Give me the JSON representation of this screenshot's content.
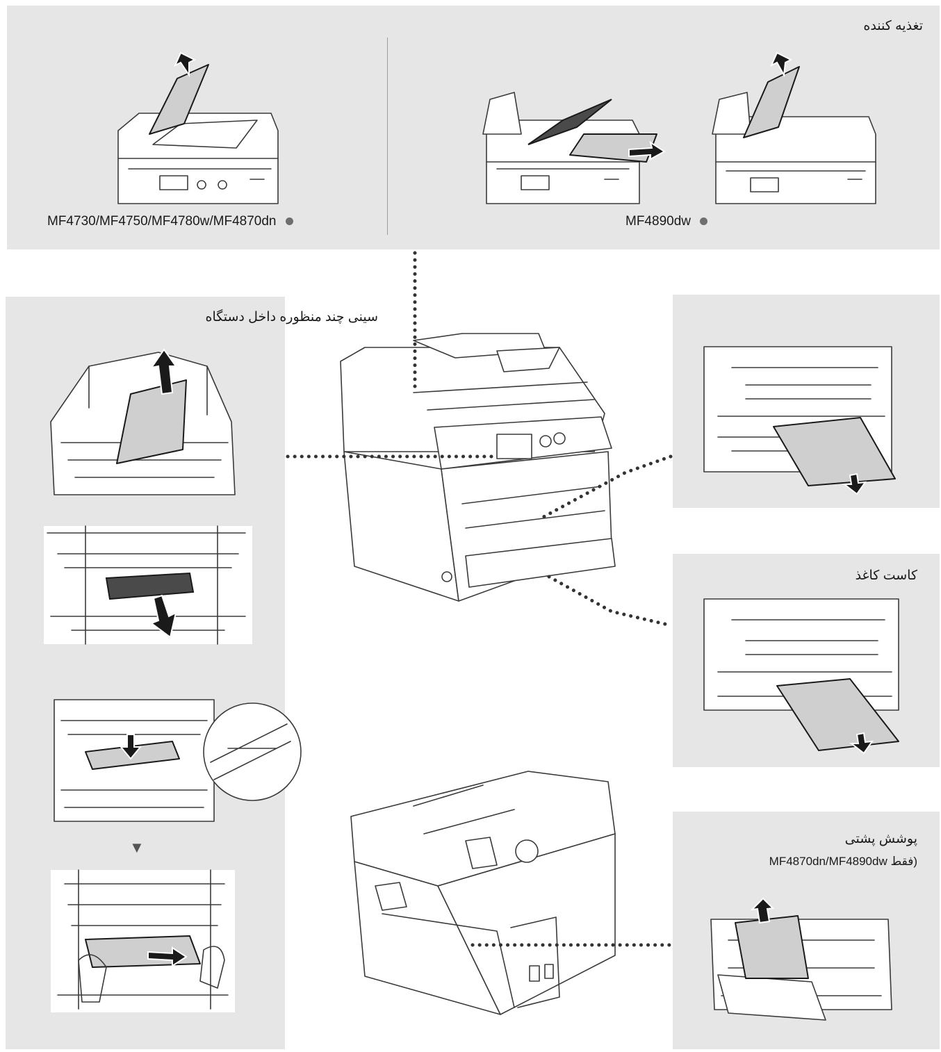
{
  "feeder": {
    "title": "تغذیه کننده",
    "models_left": "MF4730/MF4750/MF4780w/MF4870dn",
    "models_right": "MF4890dw"
  },
  "inner_tray": {
    "title": "سینی چند منظوره داخل دستگاه"
  },
  "paper_cassette": {
    "title": "کاست کاغذ"
  },
  "rear_cover": {
    "title": "پوشش پشتی",
    "note": "(فقط MF4870dn/MF4890dw"
  }
}
